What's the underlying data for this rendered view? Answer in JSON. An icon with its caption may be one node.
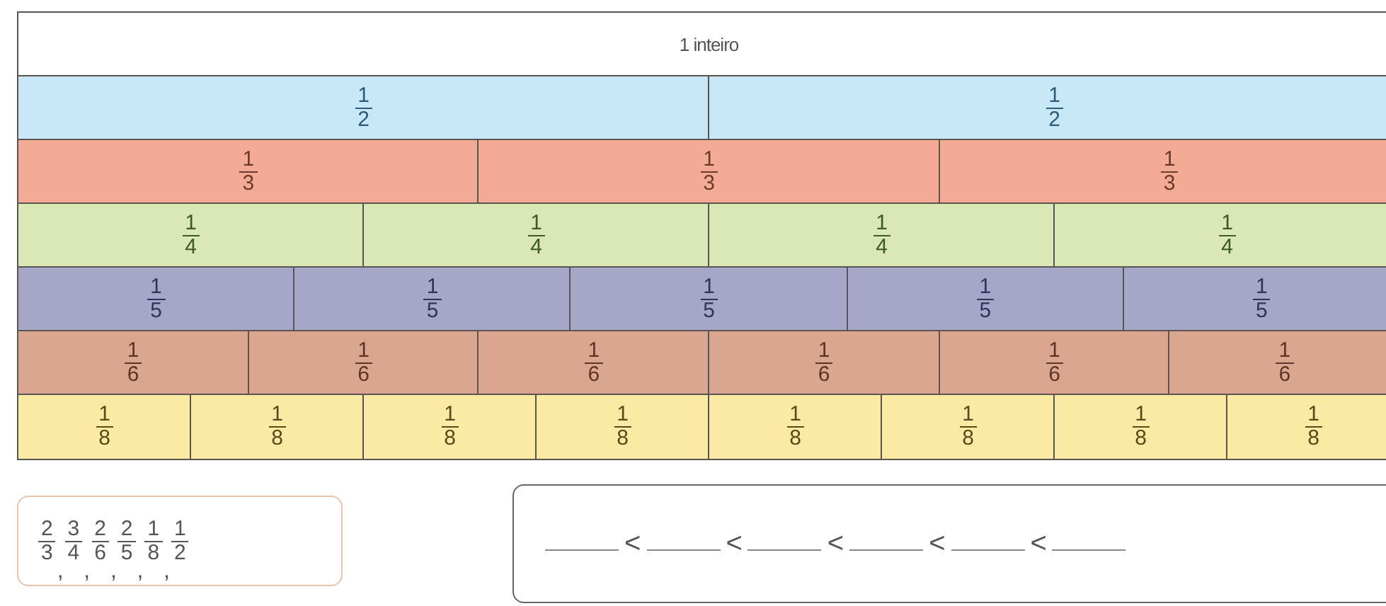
{
  "diagram": {
    "nodes": [
      {
        "text": [
          "1 inteiro"
        ]
      },
      {
        "text": [
          "1",
          "2"
        ]
      },
      {
        "text": [
          "1",
          "2"
        ]
      },
      {
        "text": [
          "1",
          "3"
        ]
      },
      {
        "text": [
          "1",
          "3"
        ]
      },
      {
        "text": [
          "1",
          "3"
        ]
      },
      {
        "text": [
          "1",
          "4"
        ]
      },
      {
        "text": [
          "1",
          "4"
        ]
      },
      {
        "text": [
          "1",
          "4"
        ]
      },
      {
        "text": [
          "1",
          "4"
        ]
      },
      {
        "text": [
          "1",
          "5"
        ]
      },
      {
        "text": [
          "1",
          "5"
        ]
      },
      {
        "text": [
          "1",
          "5"
        ]
      },
      {
        "text": [
          "1",
          "5"
        ]
      },
      {
        "text": [
          "1",
          "5"
        ]
      },
      {
        "text": [
          "1",
          "6"
        ]
      },
      {
        "text": [
          "1",
          "6"
        ]
      },
      {
        "text": [
          "1",
          "6"
        ]
      },
      {
        "text": [
          "1",
          "6"
        ]
      },
      {
        "text": [
          "1",
          "6"
        ]
      },
      {
        "text": [
          "1",
          "6"
        ]
      },
      {
        "text": [
          "1",
          "8"
        ]
      },
      {
        "text": [
          "1",
          "8"
        ]
      },
      {
        "text": [
          "1",
          "8"
        ]
      },
      {
        "text": [
          "1",
          "8"
        ]
      },
      {
        "text": [
          "1",
          "8"
        ]
      },
      {
        "text": [
          "1",
          "8"
        ]
      },
      {
        "text": [
          "1",
          "8"
        ]
      },
      {
        "text": [
          "1",
          "8"
        ]
      },
      {
        "text": [
          "2",
          "3",
          ",",
          "3",
          "4",
          ",",
          "2",
          "6",
          ",",
          "2",
          "5",
          ",",
          "1",
          "8",
          ",",
          "1",
          "2"
        ]
      },
      {
        "text": [
          "<",
          "<",
          "<",
          "<",
          "<"
        ]
      }
    ],
    "edges": []
  }
}
